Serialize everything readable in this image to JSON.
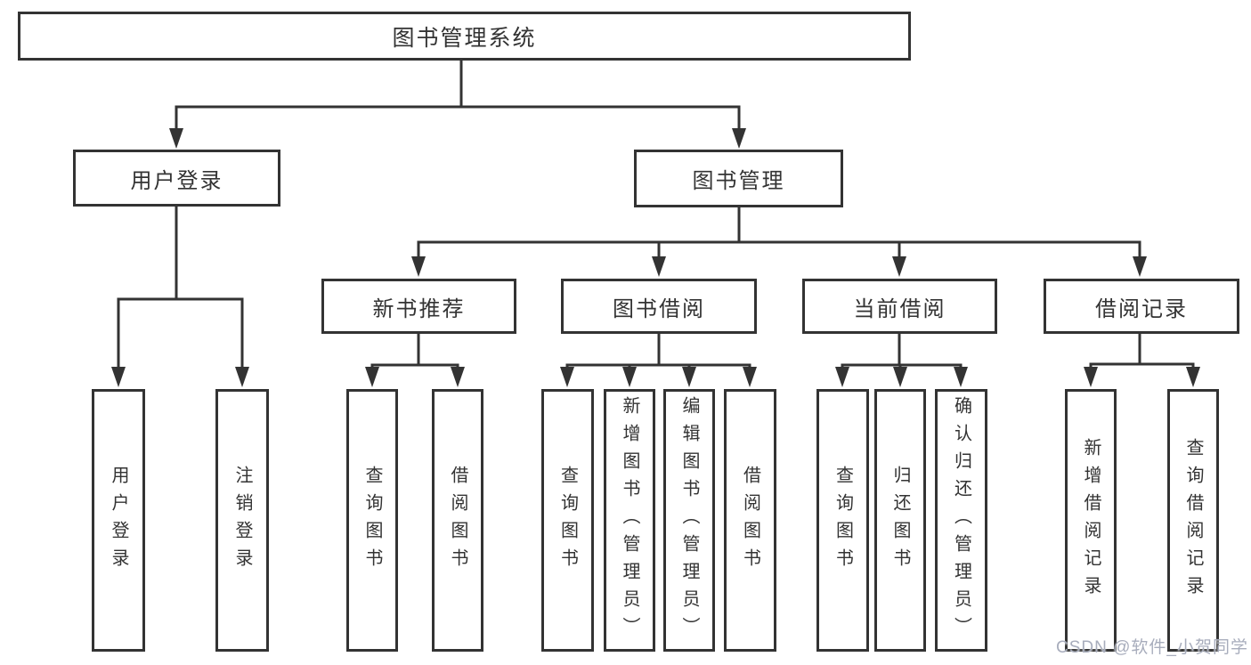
{
  "diagram": {
    "root": {
      "label": "图书管理系统"
    },
    "level2": [
      {
        "label": "用户登录",
        "parent": "图书管理系统"
      },
      {
        "label": "图书管理",
        "parent": "图书管理系统"
      }
    ],
    "level3": [
      {
        "label": "新书推荐",
        "parent": "图书管理"
      },
      {
        "label": "图书借阅",
        "parent": "图书管理"
      },
      {
        "label": "当前借阅",
        "parent": "图书管理"
      },
      {
        "label": "借阅记录",
        "parent": "图书管理"
      }
    ],
    "leaves": [
      {
        "label": "用户登录",
        "parent": "用户登录"
      },
      {
        "label": "注销登录",
        "parent": "用户登录"
      },
      {
        "label": "查询图书",
        "parent": "新书推荐"
      },
      {
        "label": "借阅图书",
        "parent": "新书推荐"
      },
      {
        "label": "查询图书",
        "parent": "图书借阅"
      },
      {
        "label": "新增图书（管理员）",
        "parent": "图书借阅"
      },
      {
        "label": "编辑图书（管理员）",
        "parent": "图书借阅"
      },
      {
        "label": "借阅图书",
        "parent": "图书借阅"
      },
      {
        "label": "查询图书",
        "parent": "当前借阅"
      },
      {
        "label": "归还图书",
        "parent": "当前借阅"
      },
      {
        "label": "确认归还（管理员）",
        "parent": "当前借阅"
      },
      {
        "label": "新增借阅记录",
        "parent": "借阅记录"
      },
      {
        "label": "查询借阅记录",
        "parent": "借阅记录"
      }
    ]
  },
  "watermark": {
    "text": "CSDN @软件_小贺同学"
  },
  "colors": {
    "line": "#333333",
    "text": "#333333",
    "background": "#ffffff",
    "watermark": "#a8adbc"
  }
}
